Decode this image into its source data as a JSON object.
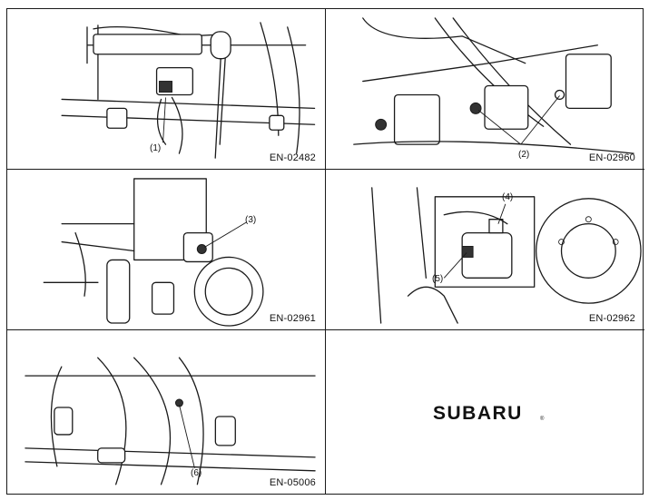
{
  "panels": [
    {
      "figure_code": "EN-02482",
      "callouts": [
        "(1)"
      ]
    },
    {
      "figure_code": "EN-02960",
      "callouts": [
        "(2)"
      ]
    },
    {
      "figure_code": "EN-02961",
      "callouts": [
        "(3)"
      ]
    },
    {
      "figure_code": "EN-02962",
      "callouts": [
        "(4)",
        "(5)"
      ]
    },
    {
      "figure_code": "EN-05006",
      "callouts": [
        "(6)"
      ]
    }
  ],
  "brand": {
    "logo_text": "SUBARU",
    "mark": "®"
  },
  "icons": [
    "engine-illustration-icon",
    "subaru-logo-icon"
  ],
  "colors": {
    "ink": "#1a1a1a",
    "paper": "#ffffff"
  }
}
